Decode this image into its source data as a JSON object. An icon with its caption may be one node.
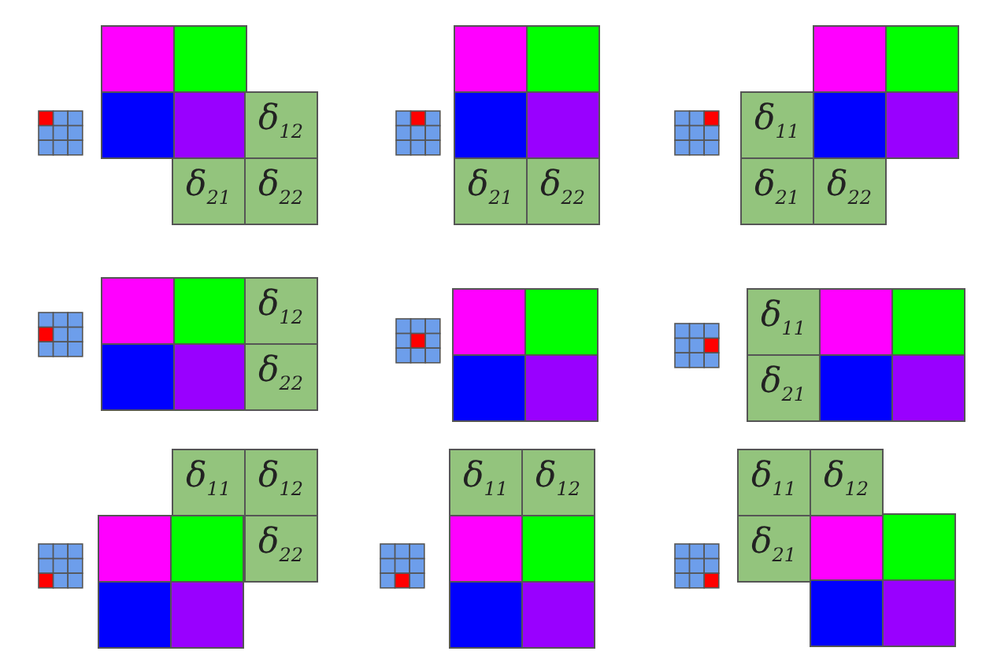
{
  "diagram": {
    "nodes": [
      {
        "text": [
          "δ$_{12}$"
        ]
      },
      {
        "text": [
          "δ$_{21}$"
        ]
      },
      {
        "text": [
          "δ$_{22}$"
        ]
      },
      {
        "text": [
          "δ$_{21}$"
        ]
      },
      {
        "text": [
          "δ$_{22}$"
        ]
      },
      {
        "text": [
          "δ$_{11}$"
        ]
      },
      {
        "text": [
          "δ$_{21}$"
        ]
      },
      {
        "text": [
          "δ$_{22}$"
        ]
      },
      {
        "text": [
          "δ$_{12}$"
        ]
      },
      {
        "text": [
          "δ$_{22}$"
        ]
      },
      {
        "text": [
          "δ$_{11}$"
        ]
      },
      {
        "text": [
          "δ$_{21}$"
        ]
      },
      {
        "text": [
          "δ$_{11}$"
        ]
      },
      {
        "text": [
          "δ$_{12}$"
        ]
      },
      {
        "text": [
          "δ$_{22}$"
        ]
      },
      {
        "text": [
          "δ$_{11}$"
        ]
      },
      {
        "text": [
          "δ$_{12}$"
        ]
      },
      {
        "text": [
          "δ$_{11}$"
        ]
      },
      {
        "text": [
          "δ$_{12}$"
        ]
      },
      {
        "text": [
          "δ$_{21}$"
        ]
      }
    ]
  }
}
